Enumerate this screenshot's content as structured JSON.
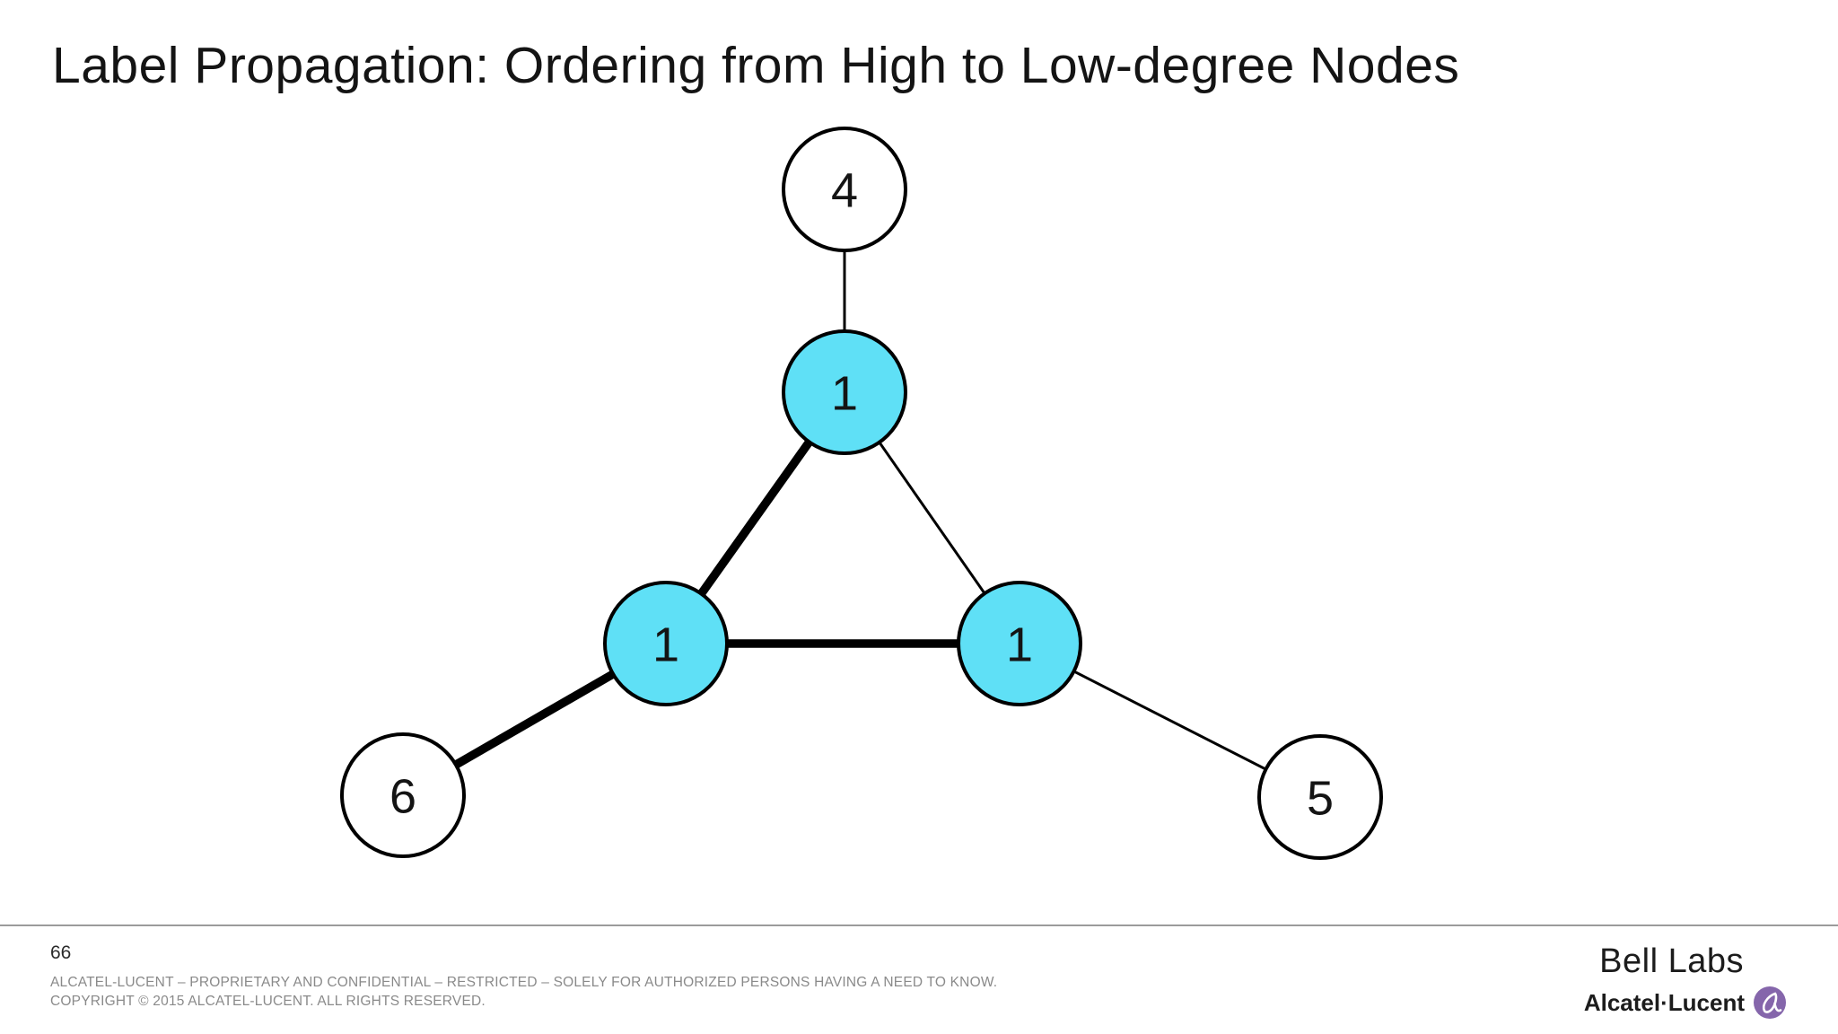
{
  "slide": {
    "title": "Label Propagation: Ordering from High to Low-degree Nodes",
    "page_number": "66",
    "footer_line1": "ALCATEL-LUCENT – PROPRIETARY AND CONFIDENTIAL – RESTRICTED – SOLELY FOR AUTHORIZED PERSONS HAVING A NEED TO KNOW.",
    "footer_line2": "COPYRIGHT © 2015 ALCATEL-LUCENT. ALL RIGHTS RESERVED."
  },
  "brand": {
    "name": "Bell Labs",
    "company": "Alcatel·Lucent",
    "logo_icon": "alcatel-lucent-swirl-icon"
  },
  "colors": {
    "node_filled": "#5FE0F6",
    "node_unfilled": "#FFFFFF",
    "node_stroke": "#000000",
    "edge": "#000000",
    "brand_purple": "#8566AB",
    "footer_text": "#8A8A8A",
    "divider": "#9B9B9B"
  },
  "graph": {
    "nodes": [
      {
        "id": "top",
        "label": "4",
        "filled": false
      },
      {
        "id": "center",
        "label": "1",
        "filled": true
      },
      {
        "id": "left",
        "label": "1",
        "filled": true
      },
      {
        "id": "right",
        "label": "1",
        "filled": true
      },
      {
        "id": "bottom-left",
        "label": "6",
        "filled": false
      },
      {
        "id": "bottom-right",
        "label": "5",
        "filled": false
      }
    ],
    "edges": [
      {
        "from": "top",
        "to": "center",
        "weight": "thin"
      },
      {
        "from": "center",
        "to": "left",
        "weight": "thick"
      },
      {
        "from": "center",
        "to": "right",
        "weight": "thin"
      },
      {
        "from": "left",
        "to": "right",
        "weight": "thick"
      },
      {
        "from": "left",
        "to": "bottom-left",
        "weight": "thick"
      },
      {
        "from": "right",
        "to": "bottom-right",
        "weight": "thin"
      }
    ]
  }
}
